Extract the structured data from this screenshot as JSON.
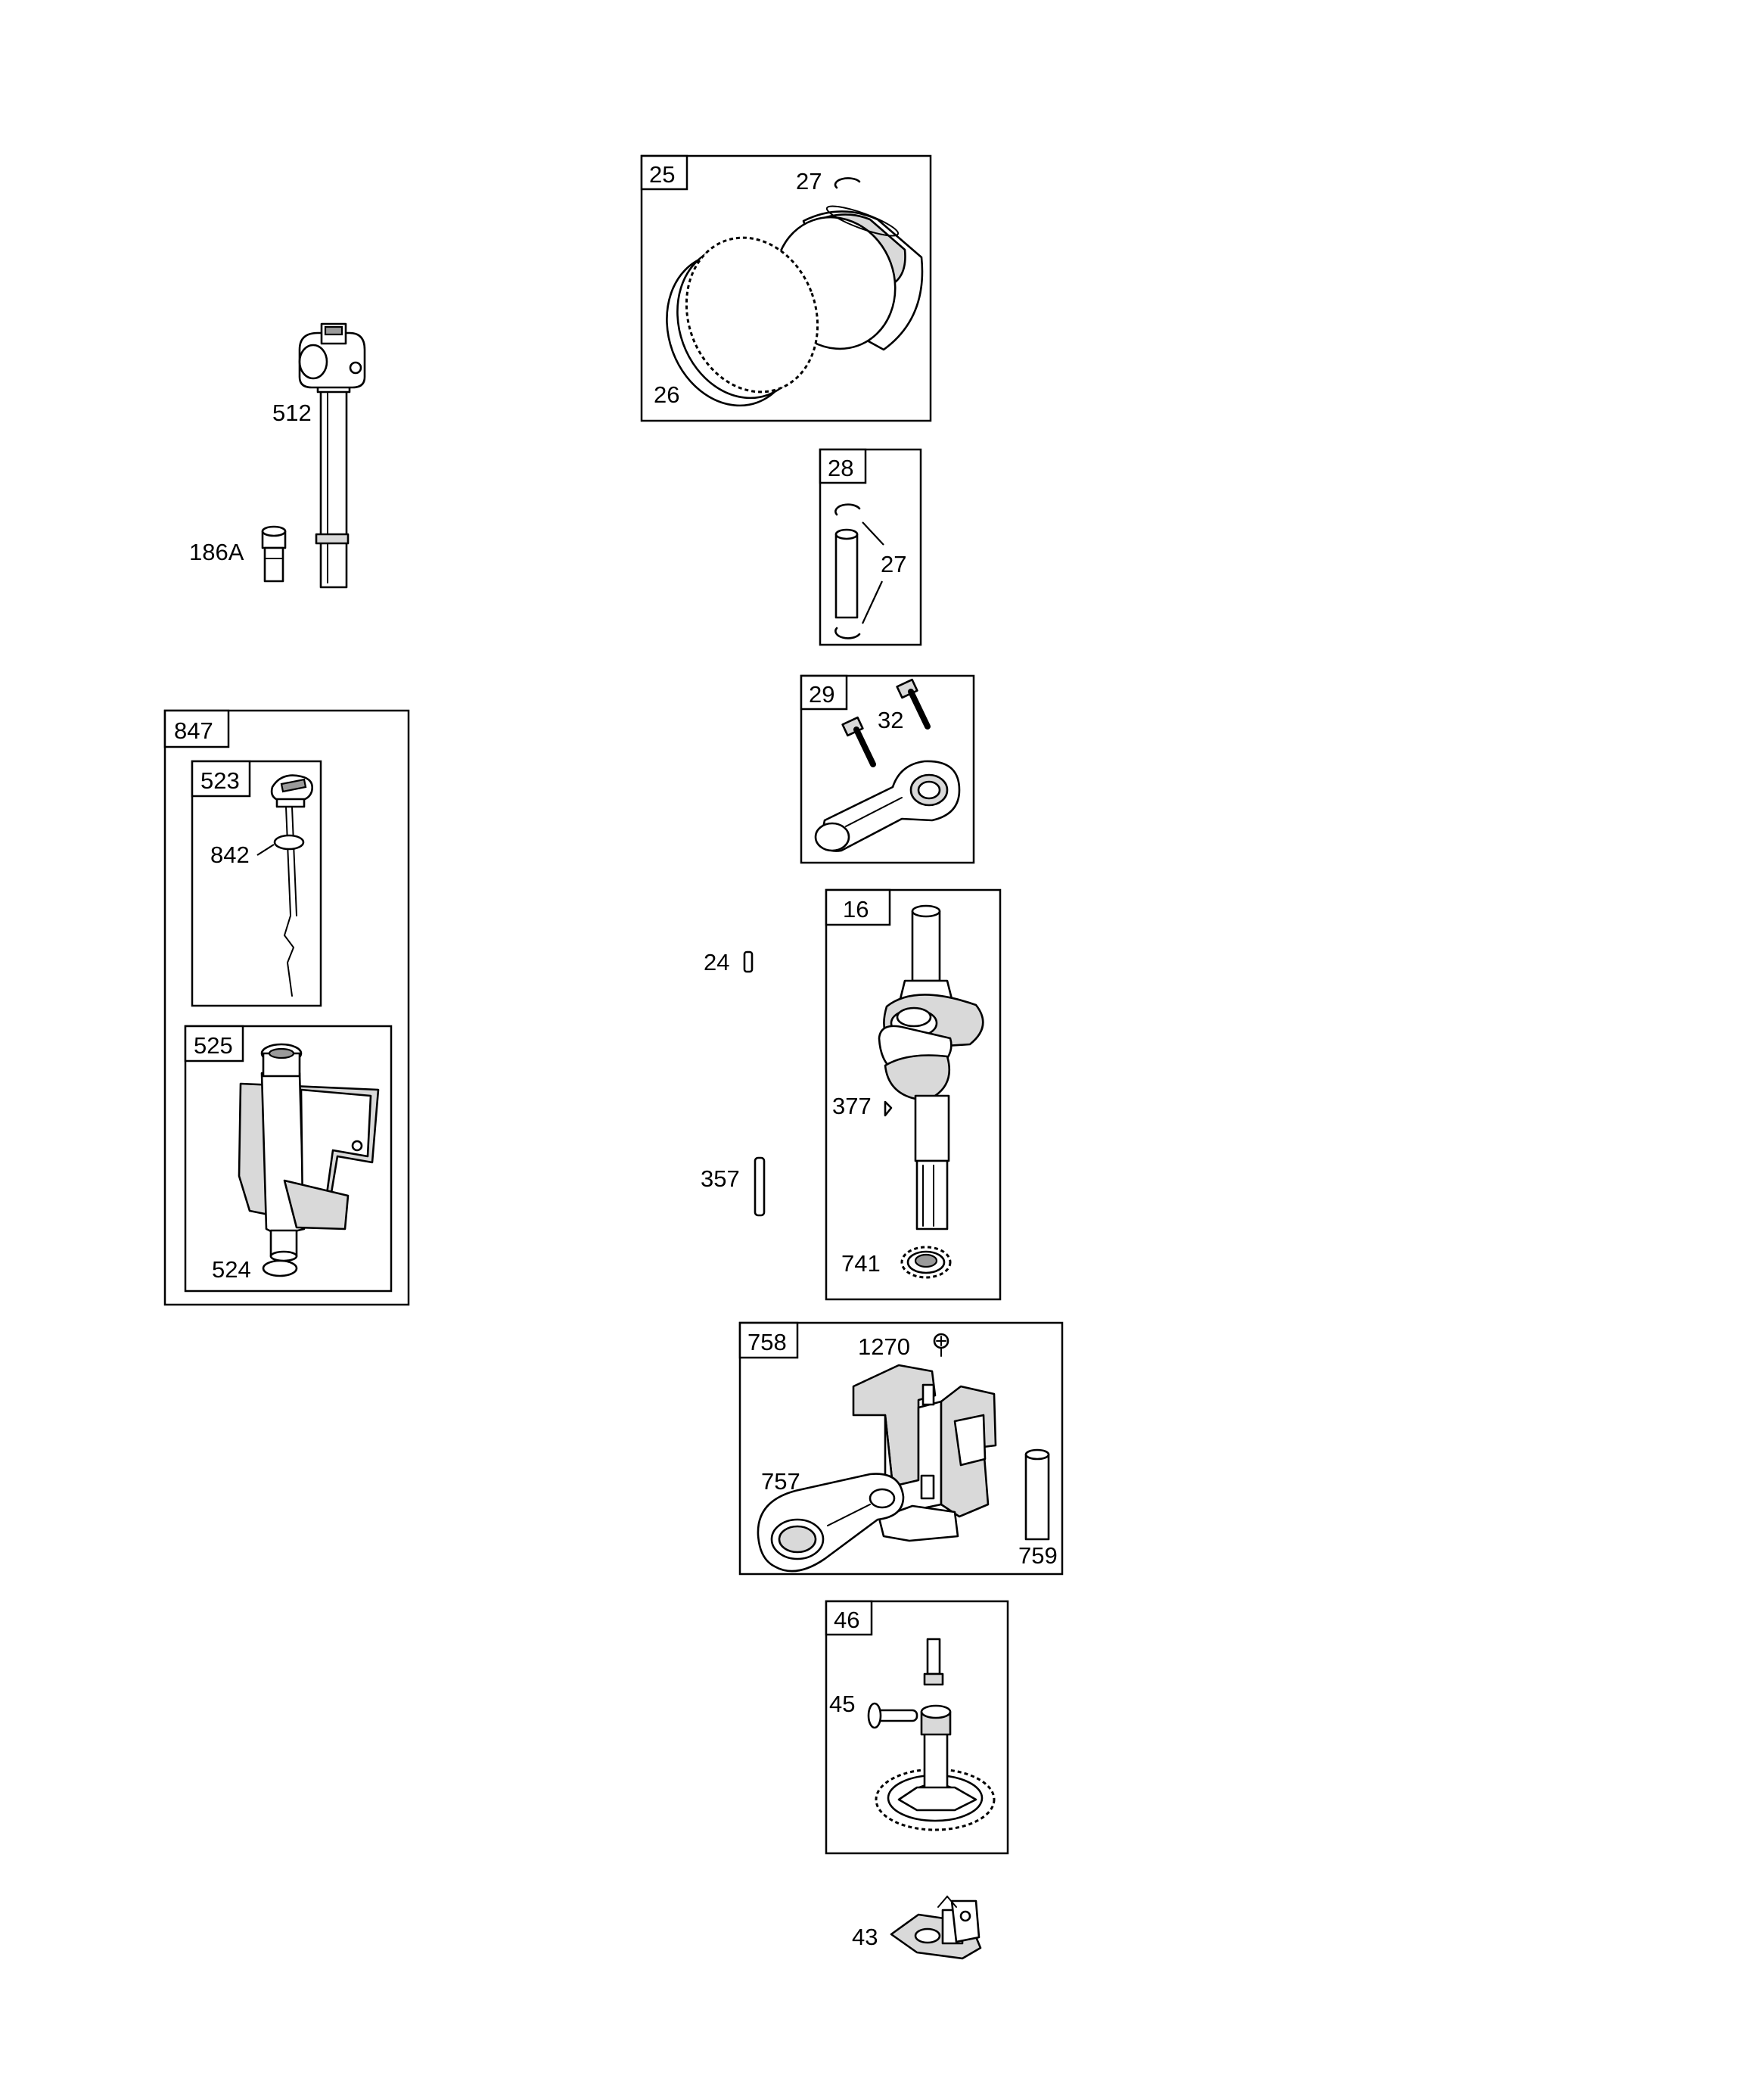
{
  "diagram": {
    "type": "exploded parts diagram",
    "callouts": {
      "c512": "512",
      "c186a": "186A",
      "c847": "847",
      "c523": "523",
      "c842": "842",
      "c525": "525",
      "c524": "524",
      "c25": "25",
      "c27a": "27",
      "c26": "26",
      "c28": "28",
      "c27b": "27",
      "c29": "29",
      "c32": "32",
      "c16": "16",
      "c24": "24",
      "c377": "377",
      "c357": "357",
      "c741": "741",
      "c758": "758",
      "c1270": "1270",
      "c757": "757",
      "c759": "759",
      "c46": "46",
      "c45": "45",
      "c43": "43"
    },
    "groups": [
      {
        "id": "847",
        "contains": [
          "523",
          "525"
        ]
      },
      {
        "id": "523",
        "contains": [
          "842"
        ]
      },
      {
        "id": "525",
        "contains": [
          "524"
        ]
      },
      {
        "id": "25",
        "contains": [
          "27",
          "26"
        ]
      },
      {
        "id": "28",
        "contains": [
          "27"
        ]
      },
      {
        "id": "29",
        "contains": [
          "32"
        ]
      },
      {
        "id": "16",
        "contains": [
          "377",
          "741"
        ]
      },
      {
        "id": "758",
        "contains": [
          "1270",
          "757",
          "759"
        ]
      },
      {
        "id": "46",
        "contains": [
          "45"
        ]
      }
    ],
    "loose_parts": [
      "512",
      "186A",
      "24",
      "357",
      "43"
    ]
  }
}
